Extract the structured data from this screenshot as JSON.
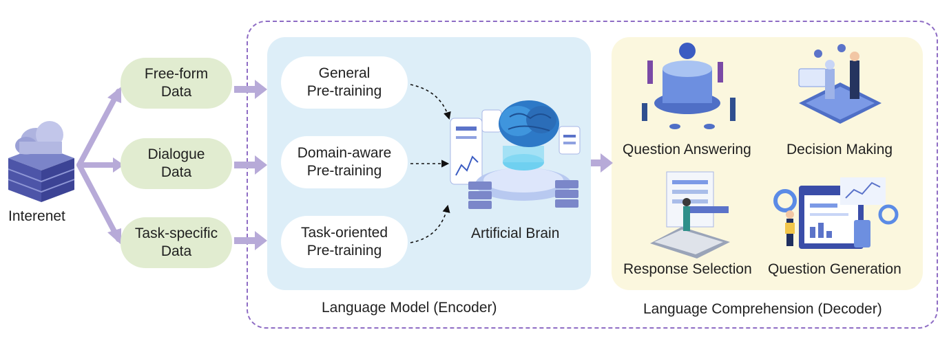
{
  "source": {
    "label": "Interenet"
  },
  "data_sources": [
    {
      "label": "Free-form\nData"
    },
    {
      "label": "Dialogue\nData"
    },
    {
      "label": "Task-specific\nData"
    }
  ],
  "pretraining": [
    {
      "label": "General\nPre-training"
    },
    {
      "label": "Domain-aware\nPre-training"
    },
    {
      "label": "Task-oriented\nPre-training"
    }
  ],
  "brain": {
    "label": "Artificial Brain"
  },
  "tasks": [
    {
      "label": "Question Answering"
    },
    {
      "label": "Decision Making"
    },
    {
      "label": "Response Selection"
    },
    {
      "label": "Question Generation"
    }
  ],
  "captions": {
    "encoder": "Language Model (Encoder)",
    "decoder": "Language Comprehension (Decoder)"
  },
  "colors": {
    "frame": "#8e6cc4",
    "arrow": "#b7aad8",
    "encoder_bg": "#ddeef8",
    "decoder_bg": "#fbf7de",
    "green_pill": "#e1ecd0"
  }
}
